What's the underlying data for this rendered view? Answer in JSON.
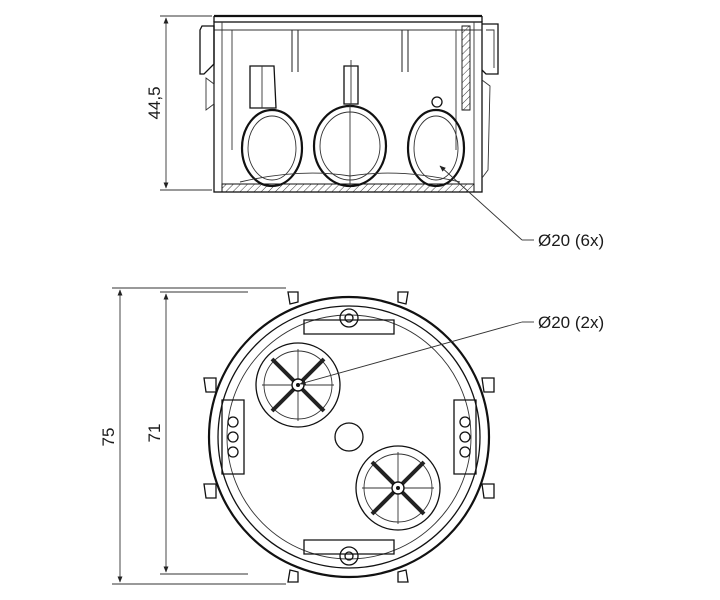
{
  "dimensions": {
    "height": "44,5",
    "outer_diameter": "75",
    "inner_diameter": "71"
  },
  "callouts": {
    "side_knockouts": "Ø20 (6x)",
    "bottom_knockouts": "Ø20 (2x)"
  },
  "colors": {
    "ink": "#111111",
    "background": "#ffffff"
  }
}
